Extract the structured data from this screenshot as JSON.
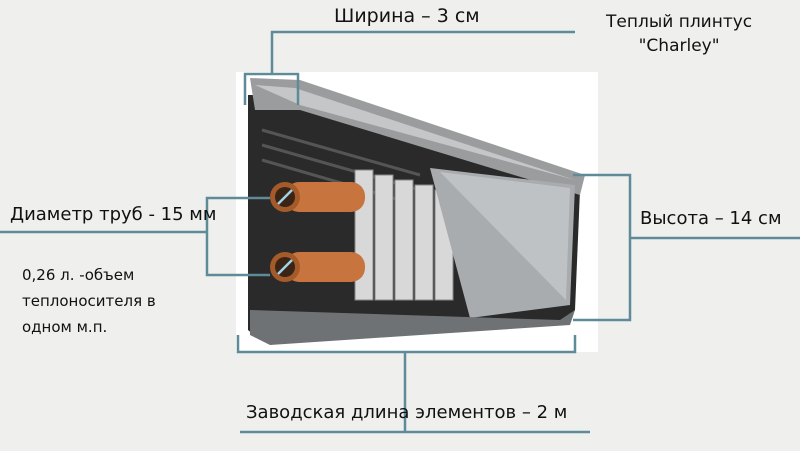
{
  "title": {
    "line1": "Теплый плинтус",
    "line2": "\"Charley\""
  },
  "labels": {
    "width": "Ширина – 3 см",
    "diameter": "Диаметр труб - 15 мм",
    "volume": [
      "0,26 л. -объем",
      "теплоносителя в",
      "одном м.п."
    ],
    "height": "Высота – 14 см",
    "length": "Заводская длина элементов – 2 м"
  },
  "colors": {
    "background": "#efefed",
    "callout_line": "#5f8b99"
  }
}
